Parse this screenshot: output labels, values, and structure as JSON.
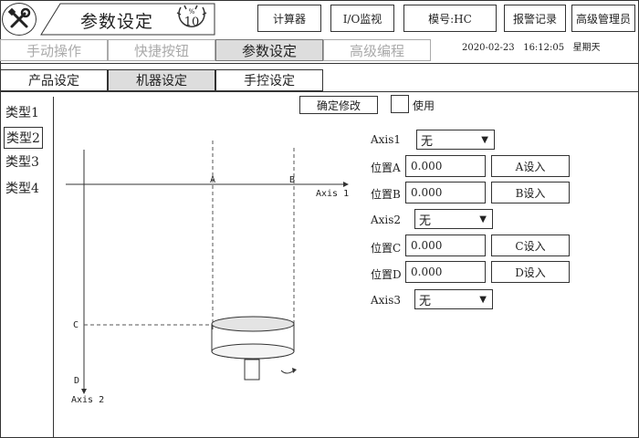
{
  "header": {
    "title": "参数设定",
    "speed_unit": "%",
    "speed_value": "10",
    "buttons": [
      "计算器",
      "I/O监视",
      "模号:HC",
      "报警记录",
      "高级管理员"
    ]
  },
  "nav": {
    "tabs": [
      "手动操作",
      "快捷按钮",
      "参数设定",
      "高级编程"
    ],
    "date": "2020-02-23",
    "time": "16:12:05",
    "weekday": "星期天"
  },
  "subnav": {
    "tabs": [
      "产品设定",
      "机器设定",
      "手控设定"
    ]
  },
  "types": [
    "类型1",
    "类型2",
    "类型3",
    "类型4"
  ],
  "controls": {
    "confirm_label": "确定修改",
    "use_label": "使用"
  },
  "axis_form": {
    "axis1_label": "Axis1",
    "axis1_value": "无",
    "posA_label": "位置A",
    "posA_value": "0.000",
    "setA_label": "A设入",
    "posB_label": "位置B",
    "posB_value": "0.000",
    "setB_label": "B设入",
    "axis2_label": "Axis2",
    "axis2_value": "无",
    "posC_label": "位置C",
    "posC_value": "0.000",
    "setC_label": "C设入",
    "posD_label": "位置D",
    "posD_value": "0.000",
    "setD_label": "D设入",
    "axis3_label": "Axis3",
    "axis3_value": "无"
  },
  "diagram": {
    "axis1": "Axis 1",
    "axis2": "Axis 2",
    "a": "A",
    "b": "B",
    "c": "C",
    "d": "D"
  },
  "icons": {
    "logo": "tools-icon",
    "dropdown": "caret-down-icon"
  }
}
